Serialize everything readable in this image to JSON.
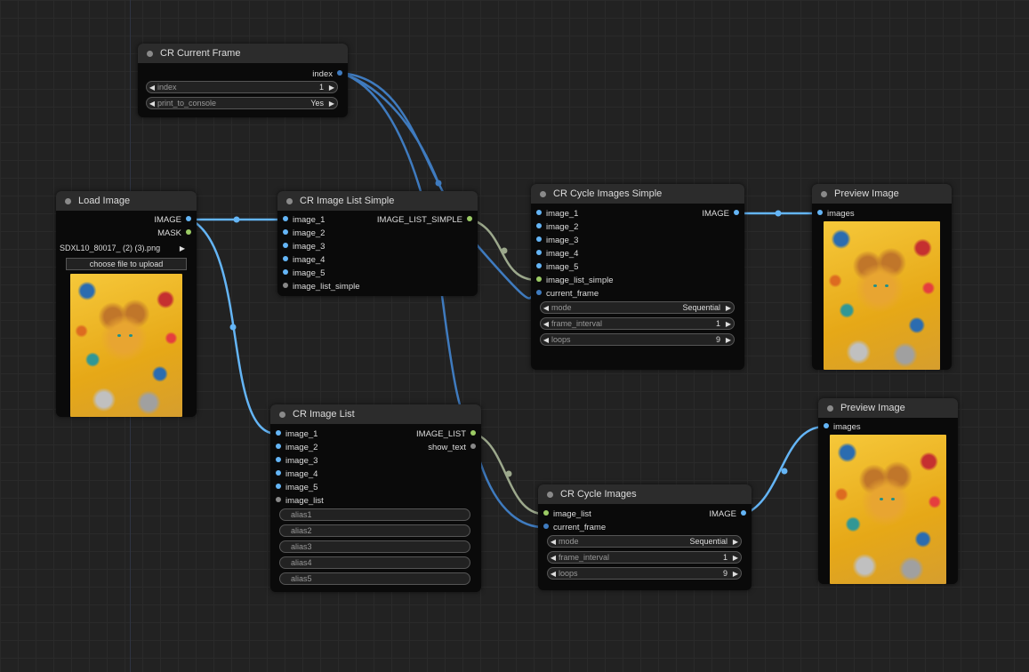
{
  "nodes": {
    "current_frame": {
      "title": "CR Current Frame",
      "output": "index",
      "widgets": [
        {
          "label": "index",
          "value": "1"
        },
        {
          "label": "print_to_console",
          "value": "Yes"
        }
      ]
    },
    "load_image": {
      "title": "Load Image",
      "outputs": [
        "IMAGE",
        "MASK"
      ],
      "image_widget": "SDXL10_80017_ (2) (3).png",
      "upload_label": "choose file to upload"
    },
    "image_list_simple": {
      "title": "CR Image List Simple",
      "inputs": [
        "image_1",
        "image_2",
        "image_3",
        "image_4",
        "image_5",
        "image_list_simple"
      ],
      "output": "IMAGE_LIST_SIMPLE"
    },
    "cycle_images_simple": {
      "title": "CR Cycle Images Simple",
      "inputs": [
        "image_1",
        "image_2",
        "image_3",
        "image_4",
        "image_5",
        "image_list_simple",
        "current_frame"
      ],
      "output": "IMAGE",
      "widgets": [
        {
          "label": "mode",
          "value": "Sequential"
        },
        {
          "label": "frame_interval",
          "value": "1"
        },
        {
          "label": "loops",
          "value": "9"
        }
      ]
    },
    "preview_1": {
      "title": "Preview Image",
      "input": "images"
    },
    "image_list": {
      "title": "CR Image List",
      "inputs": [
        "image_1",
        "image_2",
        "image_3",
        "image_4",
        "image_5",
        "image_list"
      ],
      "outputs": [
        "IMAGE_LIST",
        "show_text"
      ],
      "aliases": [
        "alias1",
        "alias2",
        "alias3",
        "alias4",
        "alias5"
      ]
    },
    "cycle_images": {
      "title": "CR Cycle Images",
      "inputs": [
        "image_list",
        "current_frame"
      ],
      "output": "IMAGE",
      "widgets": [
        {
          "label": "mode",
          "value": "Sequential"
        },
        {
          "label": "frame_interval",
          "value": "1"
        },
        {
          "label": "loops",
          "value": "9"
        }
      ]
    },
    "preview_2": {
      "title": "Preview Image",
      "input": "images"
    }
  },
  "colors": {
    "image_link": "#64b5f6",
    "int_link": "#3f7bbf",
    "list_link": "#9ca88c"
  }
}
